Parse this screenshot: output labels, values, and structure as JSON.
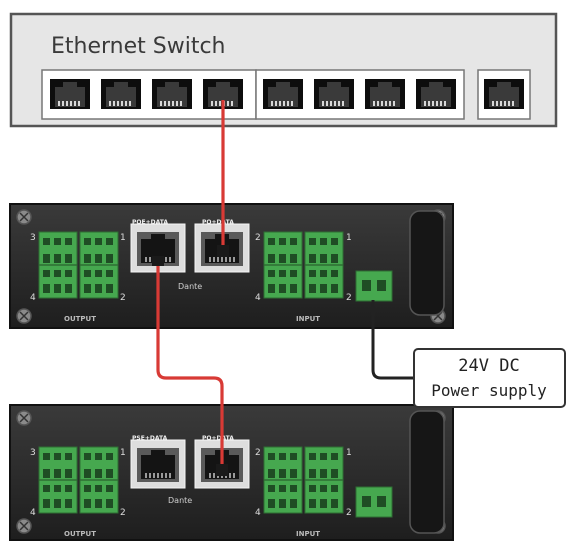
{
  "switch": {
    "title": "Ethernet Switch"
  },
  "device_top": {
    "port_labels": [
      "POE+DATA",
      "PO+DATA"
    ],
    "logo": "Dante",
    "output_label": "OUTPUT",
    "input_label": "INPUT",
    "output_numbers": [
      "3",
      "1",
      "4",
      "2"
    ],
    "input_numbers": [
      "2",
      "1",
      "4",
      "2"
    ]
  },
  "device_bottom": {
    "port_labels": [
      "PSE+DATA",
      "PO+DATA"
    ],
    "logo": "Dante",
    "output_label": "OUTPUT",
    "input_label": "INPUT",
    "output_numbers": [
      "3",
      "1",
      "4",
      "2"
    ],
    "input_numbers": [
      "2",
      "1",
      "4",
      "2"
    ]
  },
  "power_box": {
    "line1": "24V DC",
    "line2": "Power supply"
  },
  "colors": {
    "cable": "#d83a35",
    "switch_body": "#e6e6e6",
    "device_body": "#2b2b2b",
    "terminal_green": "#46a84f",
    "power_cable": "#222222"
  }
}
